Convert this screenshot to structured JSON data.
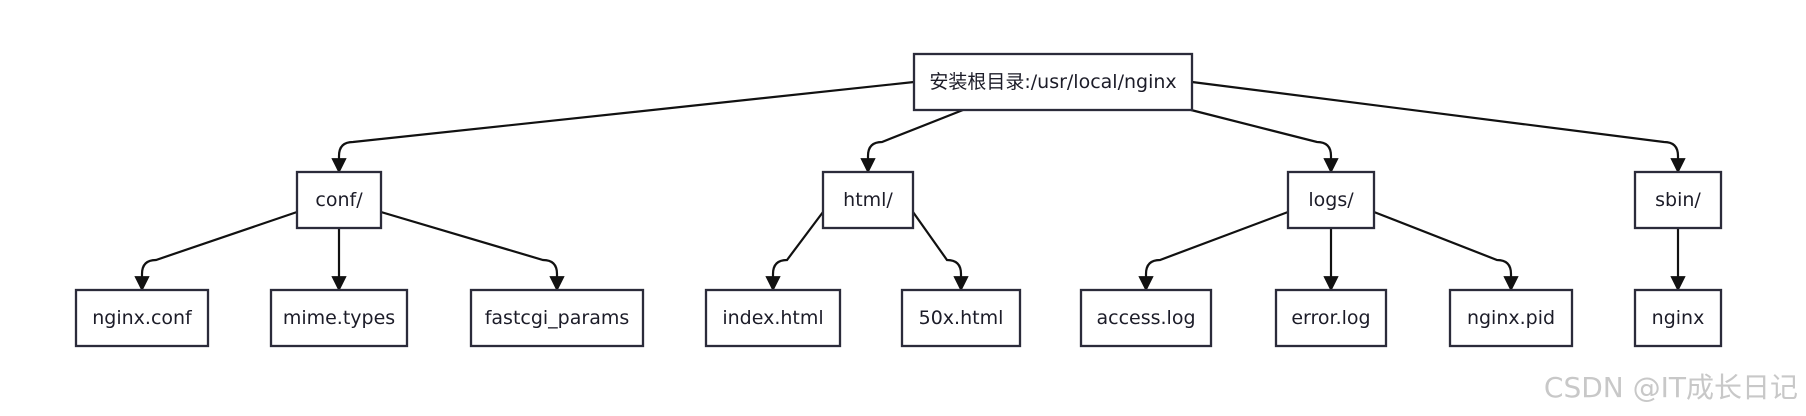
{
  "diagram": {
    "root": {
      "label": "安装根目录:/usr/local/nginx"
    },
    "nodes": [
      {
        "id": "conf",
        "label": "conf/",
        "children": [
          "nginx.conf",
          "mime.types",
          "fastcgi_params"
        ]
      },
      {
        "id": "html",
        "label": "html/",
        "children": [
          "index.html",
          "50x.html"
        ]
      },
      {
        "id": "logs",
        "label": "logs/",
        "children": [
          "access.log",
          "error.log",
          "nginx.pid"
        ]
      },
      {
        "id": "sbin",
        "label": "sbin/",
        "children": [
          "nginx"
        ]
      }
    ]
  },
  "watermark": "CSDN @IT成长日记"
}
